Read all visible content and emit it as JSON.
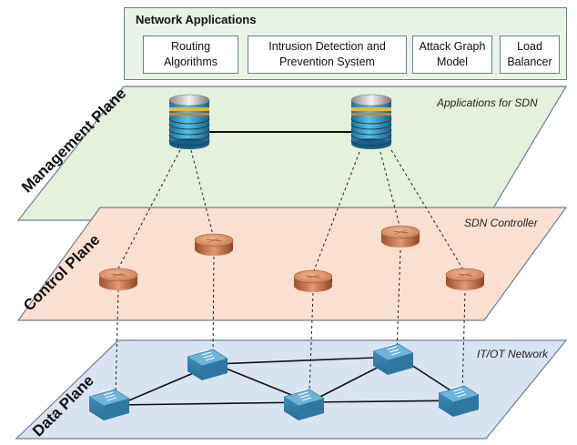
{
  "network_applications": {
    "title": "Network Applications",
    "apps": [
      "Routing\nAlgorithms",
      "Intrusion Detection and\nPrevention System",
      "Attack Graph\nModel",
      "Load\nBalancer"
    ]
  },
  "planes": {
    "management": {
      "label": "Management Plane",
      "caption": "Applications for SDN"
    },
    "control": {
      "label": "Control Plane",
      "caption": "SDN Controller"
    },
    "data": {
      "label": "Data Plane",
      "caption": "IT/OT Network"
    }
  },
  "colors": {
    "management_fill": "#e4f1dd",
    "control_fill": "#fbe0d2",
    "data_fill": "#d9e4f3",
    "router": "#c8764d",
    "switch": "#3e8ab2",
    "server_stack": "#2a8db5"
  },
  "icons": {
    "server": "database-server-icon",
    "router": "router-icon",
    "switch": "network-switch-icon"
  }
}
